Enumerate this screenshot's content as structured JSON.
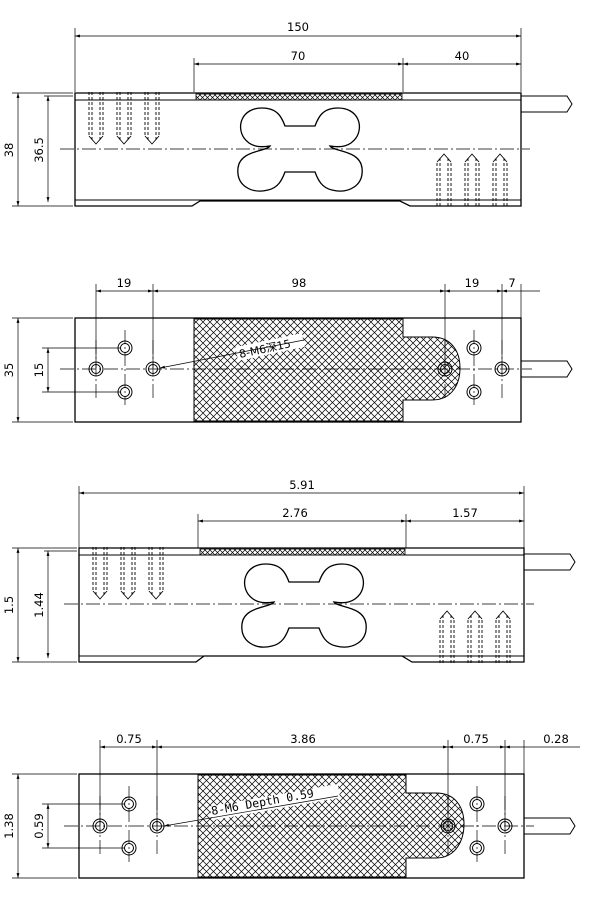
{
  "metric": {
    "side": {
      "length": "150",
      "window": "70",
      "offset": "40",
      "height": "38",
      "inner_height": "36.5"
    },
    "top": {
      "hole_spacing_left": "19",
      "center": "98",
      "hole_spacing_right": "19",
      "edge": "7",
      "width": "35",
      "hole_row": "15",
      "note": "8-M6深15"
    }
  },
  "imperial": {
    "side": {
      "length": "5.91",
      "window": "2.76",
      "offset": "1.57",
      "height": "1.5",
      "inner_height": "1.44"
    },
    "top": {
      "hole_spacing_left": "0.75",
      "center": "3.86",
      "hole_spacing_right": "0.75",
      "edge": "0.28",
      "width": "1.38",
      "hole_row": "0.59",
      "note": "8-M6 Depth 0.59"
    }
  }
}
